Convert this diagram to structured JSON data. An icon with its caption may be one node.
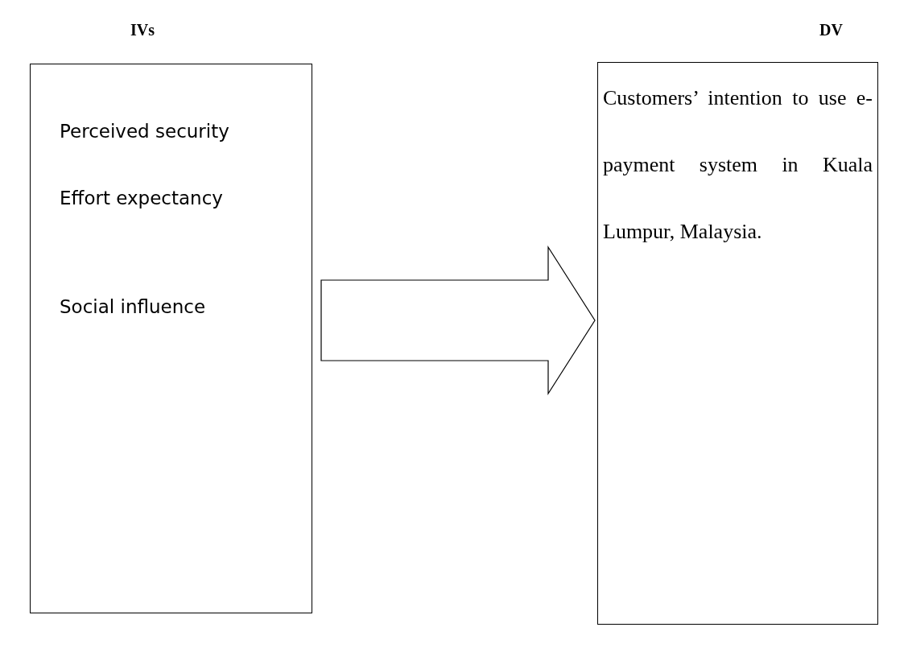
{
  "diagram": {
    "nodes": [
      {
        "text": [
          "Perceived security",
          "Effort expectancy",
          "Social influence"
        ]
      },
      {
        "text": [
          "Customers’ intention to use e-payment system in Kuala Lumpur, Malaysia."
        ]
      }
    ],
    "edges": [
      {
        "from": 0,
        "to": 1,
        "arrow": "to"
      }
    ],
    "labels": [
      "IVs",
      "DV"
    ]
  }
}
